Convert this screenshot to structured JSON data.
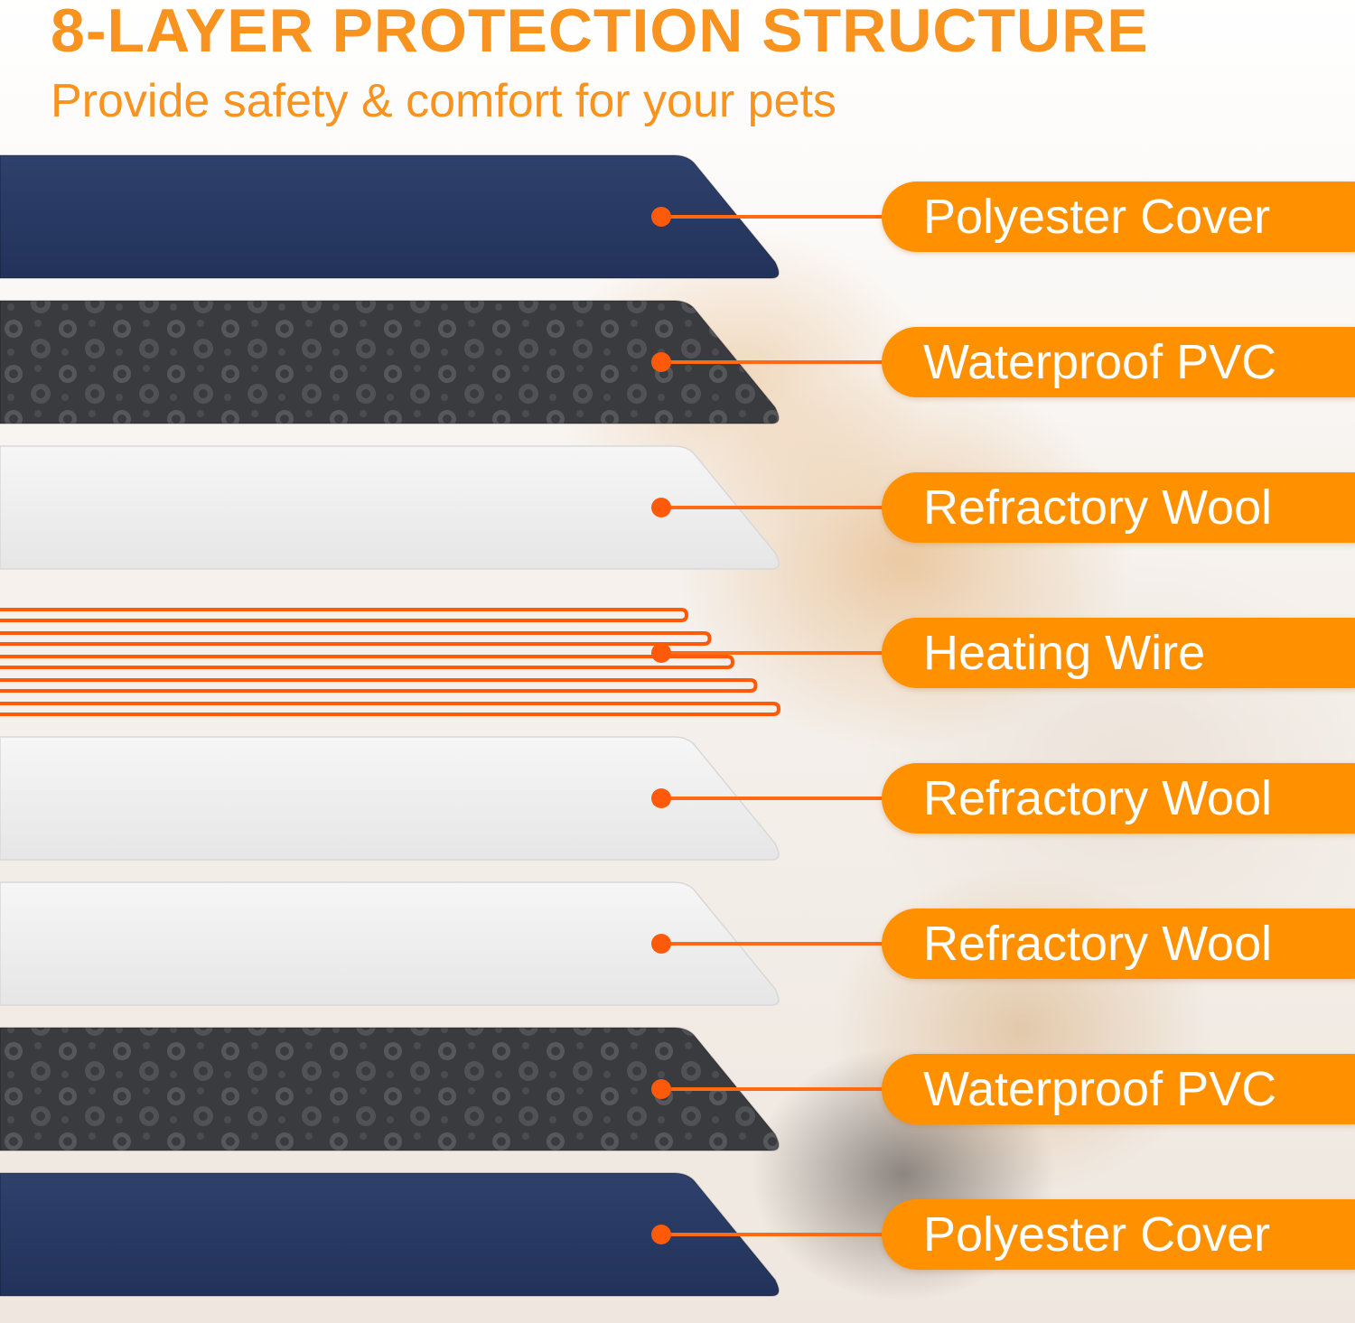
{
  "header": {
    "title": "8-LAYER PROTECTION STRUCTURE",
    "subtitle": "Provide safety & comfort for your pets"
  },
  "colors": {
    "accent": "#f7931e",
    "pill": "#ff9100",
    "polyester": "#27385f",
    "pvc": "#3c3d40",
    "wool": "#efefef",
    "wire": "#ff5a0a"
  },
  "layers": [
    {
      "label": "Polyester Cover",
      "material": "polyester"
    },
    {
      "label": "Waterproof PVC",
      "material": "pvc"
    },
    {
      "label": "Refractory Wool",
      "material": "wool"
    },
    {
      "label": "Heating Wire",
      "material": "wire"
    },
    {
      "label": "Refractory Wool",
      "material": "wool"
    },
    {
      "label": "Refractory Wool",
      "material": "wool"
    },
    {
      "label": "Waterproof PVC",
      "material": "pvc"
    },
    {
      "label": "Polyester Cover",
      "material": "polyester"
    }
  ]
}
